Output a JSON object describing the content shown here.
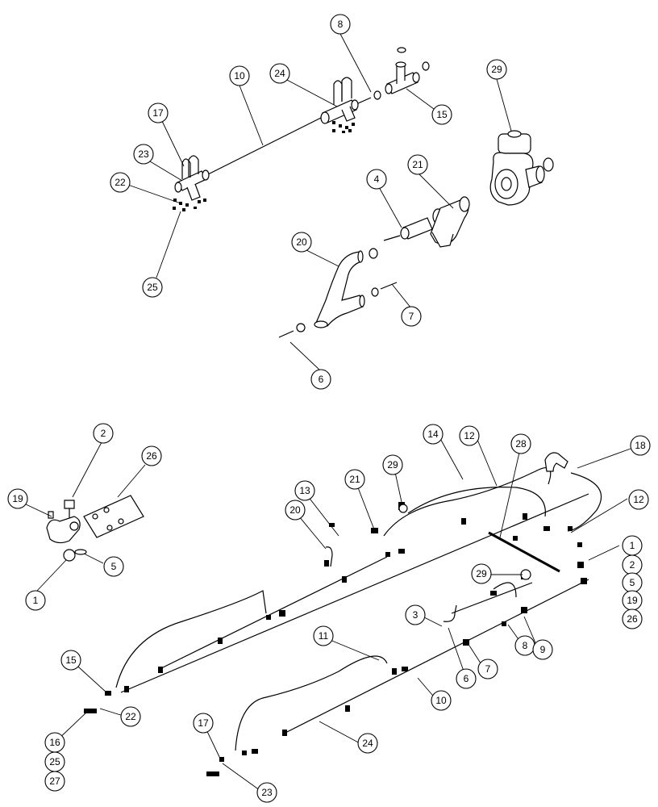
{
  "callouts": {
    "top_8": "8",
    "top_10": "10",
    "top_24": "24",
    "top_15": "15",
    "top_29": "29",
    "top_17": "17",
    "top_23": "23",
    "top_22": "22",
    "top_25": "25",
    "top_4": "4",
    "top_21": "21",
    "top_20": "20",
    "top_7": "7",
    "top_6": "6",
    "b_2": "2",
    "b_26": "26",
    "b_19": "19",
    "b_5": "5",
    "b_1": "1",
    "b_14": "14",
    "b_12a": "12",
    "b_28": "28",
    "b_18": "18",
    "b_29a": "29",
    "b_21": "21",
    "b_13": "13",
    "b_20": "20",
    "b_12b": "12",
    "b_list_1": "1",
    "b_list_2": "2",
    "b_list_5": "5",
    "b_list_19": "19",
    "b_list_26": "26",
    "b_29b": "29",
    "b_3": "3",
    "b_8": "8",
    "b_9": "9",
    "b_7": "7",
    "b_6": "6",
    "b_11": "11",
    "b_10": "10",
    "b_15": "15",
    "b_22": "22",
    "b_16": "16",
    "b_25": "25",
    "b_27": "27",
    "b_17": "17",
    "b_24": "24",
    "b_23": "23"
  }
}
